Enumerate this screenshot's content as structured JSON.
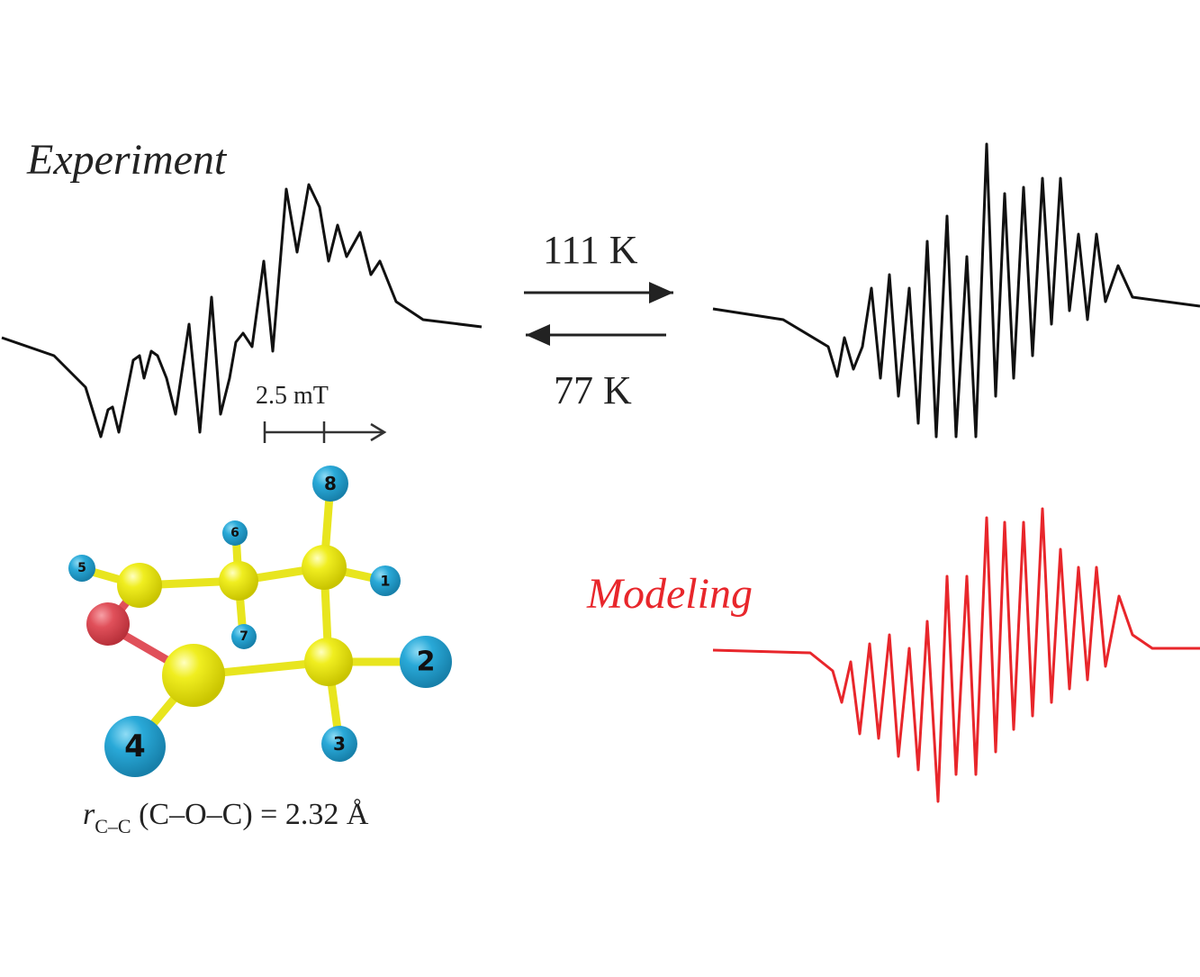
{
  "labels": {
    "experiment": "Experiment",
    "modeling": "Modeling",
    "temp_forward": "111 K",
    "temp_reverse": "77 K",
    "scale_bar": "2.5 mT",
    "distance_symbol": "r",
    "distance_subscript": "C–C",
    "distance_text": " (C–O–C) = 2.32 Å"
  },
  "molecule": {
    "hydrogen_labels": [
      "1",
      "2",
      "3",
      "4",
      "5",
      "6",
      "7",
      "8"
    ]
  },
  "colors": {
    "experiment_trace": "#111111",
    "modeling_trace": "#e8262b",
    "carbon": "#e8e51e",
    "hydrogen": "#29a9d8",
    "oxygen": "#e0505a"
  }
}
